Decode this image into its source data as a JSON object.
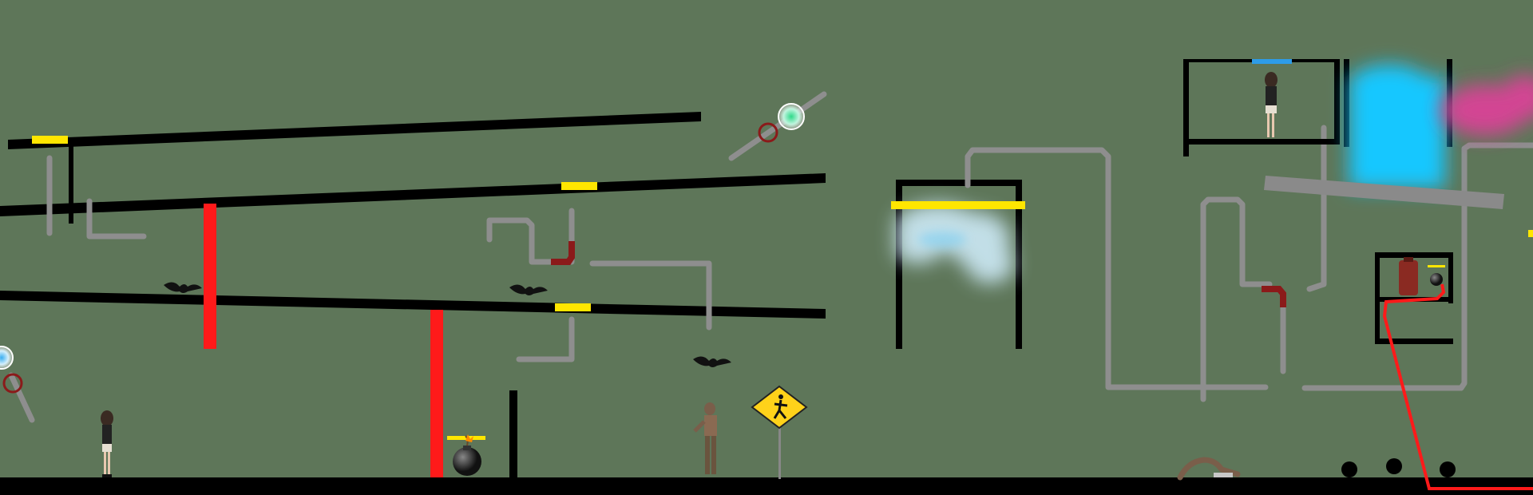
{
  "scene": {
    "background_color": "#5e7659",
    "platform_color": "#000000",
    "pipe_color": "#8e8e8e",
    "valve_color": "#8b1a1a",
    "pressure_plate_color": "#ffe600",
    "switch_indicator_color": "#2e9ce8",
    "barrier_color": "#ff1a1a",
    "water_color": "#19c7ff",
    "toxic_gas_color": "#e0409a",
    "steam_color": "#cdeaf7",
    "orb_color": "#44e095"
  },
  "entities": {
    "girl_icon": "girl-character",
    "zombie_icon": "zombie-character",
    "bomb_icon": "bomb",
    "sign_icon": "pedestrian-crossing-sign",
    "bat_icon": "bat",
    "gas_canister_icon": "red-gas-canister",
    "wrench_valve_icon": "valve-wheel"
  }
}
